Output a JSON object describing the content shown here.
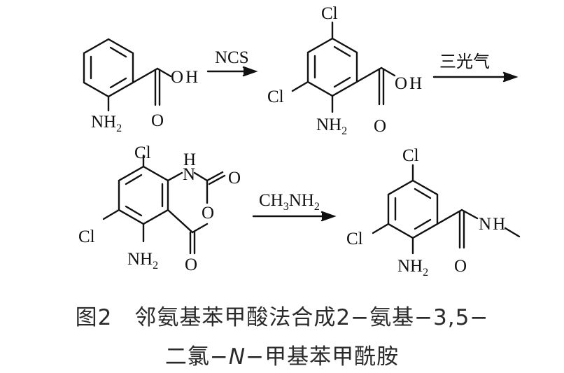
{
  "atoms": {
    "nh2": "NH",
    "h2": "2",
    "oh_o": "O",
    "oh_h": "H",
    "o": "O",
    "cl": "Cl",
    "h": "H",
    "n": "N"
  },
  "reagents": {
    "step1": "NCS",
    "step2": "三光气",
    "step3_ch": "CH",
    "step3_sub3": "3",
    "step3_nh": "NH",
    "step3_sub2": "2"
  },
  "caption": {
    "line1": "图2　邻氨基苯甲酸法合成2−氨基−3,5−",
    "line2_a": "二氯−",
    "line2_n": "N",
    "line2_b": "−甲基苯甲酰胺"
  }
}
